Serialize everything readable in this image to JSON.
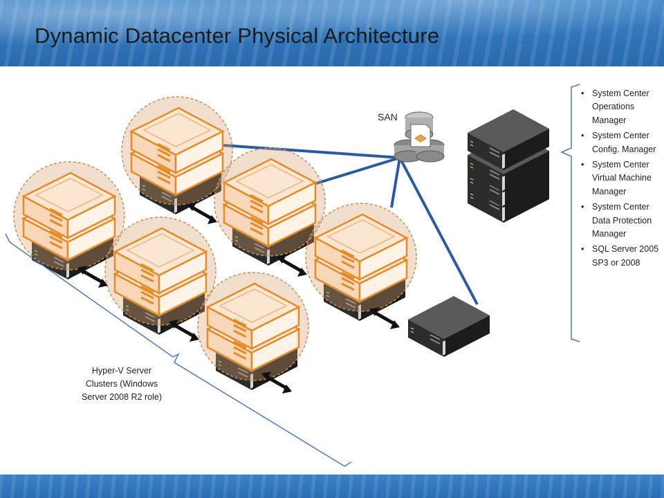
{
  "slide": {
    "title": "Dynamic Datacenter Physical Architecture"
  },
  "diagram": {
    "san_label": "SAN",
    "cluster_label": "Hyper-V Server Clusters (Windows Server 2008 R2 role)",
    "management_tools": [
      "System Center Operations Manager",
      "System Center Config. Manager",
      "System Center Virtual Machine Manager",
      "System Center Data Protection Manager",
      "SQL Server 2005 SP3 or 2008"
    ],
    "bullet": "•",
    "colors": {
      "link": "#2a5aa0",
      "vm_orange": "#e8902e",
      "server_dark": "#2b2b2b",
      "brace": "#4a7ab8"
    },
    "icons": [
      "server-icon",
      "vm-stack-icon",
      "san-storage-icon",
      "double-arrow-icon",
      "bracket-icon"
    ]
  }
}
